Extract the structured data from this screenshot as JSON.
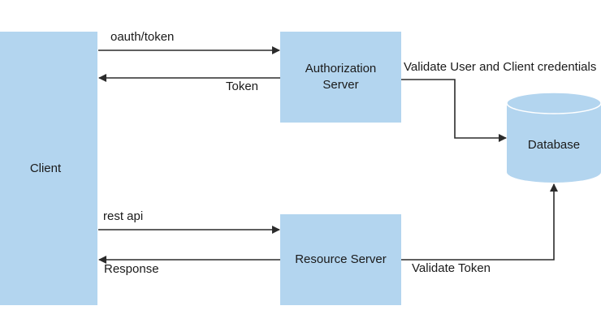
{
  "nodes": {
    "client": "Client",
    "authorization_server": [
      "Authorization",
      "Server"
    ],
    "resource_server": "Resource Server",
    "database": "Database"
  },
  "edges": {
    "oauth_token": "oauth/token",
    "token": "Token",
    "rest_api": "rest api",
    "response": "Response",
    "validate_user": "Validate User and Client credentials",
    "validate_token": "Validate Token"
  },
  "colors": {
    "box_fill": "#b3d5ef",
    "line": "#2b2b2b"
  }
}
